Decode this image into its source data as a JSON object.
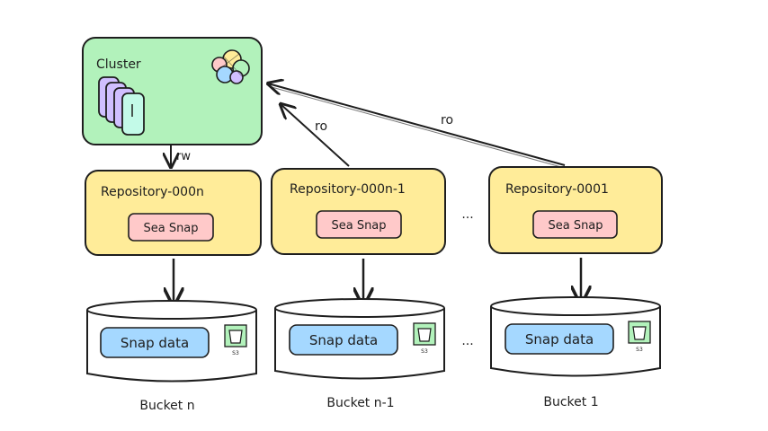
{
  "cluster": {
    "label": "Cluster"
  },
  "arrows": {
    "rw": "rw",
    "ro": "ro"
  },
  "repositories": [
    {
      "title": "Repository-000n",
      "badge": "Sea Snap"
    },
    {
      "title": "Repository-000n-1",
      "badge": "Sea Snap"
    },
    {
      "title": "Repository-0001",
      "badge": "Sea Snap"
    }
  ],
  "buckets": [
    {
      "content": "Snap data",
      "icon_label": "S3",
      "caption": "Bucket n"
    },
    {
      "content": "Snap data",
      "icon_label": "S3",
      "caption": "Bucket n-1"
    },
    {
      "content": "Snap data",
      "icon_label": "S3",
      "caption": "Bucket 1"
    }
  ],
  "ellipsis": "...",
  "colors": {
    "cluster_fill": "#b2f2bb",
    "repo_fill": "#ffec99",
    "badge_fill": "#ffc9c9",
    "snap_fill": "#a5d8ff",
    "stack_fill": "#d0bfff",
    "stroke": "#1e1e1e"
  },
  "icons": {
    "cluster": "cluster-logo-icon",
    "stack": "node-stack-icon",
    "bucket": "s3-bucket-icon"
  }
}
